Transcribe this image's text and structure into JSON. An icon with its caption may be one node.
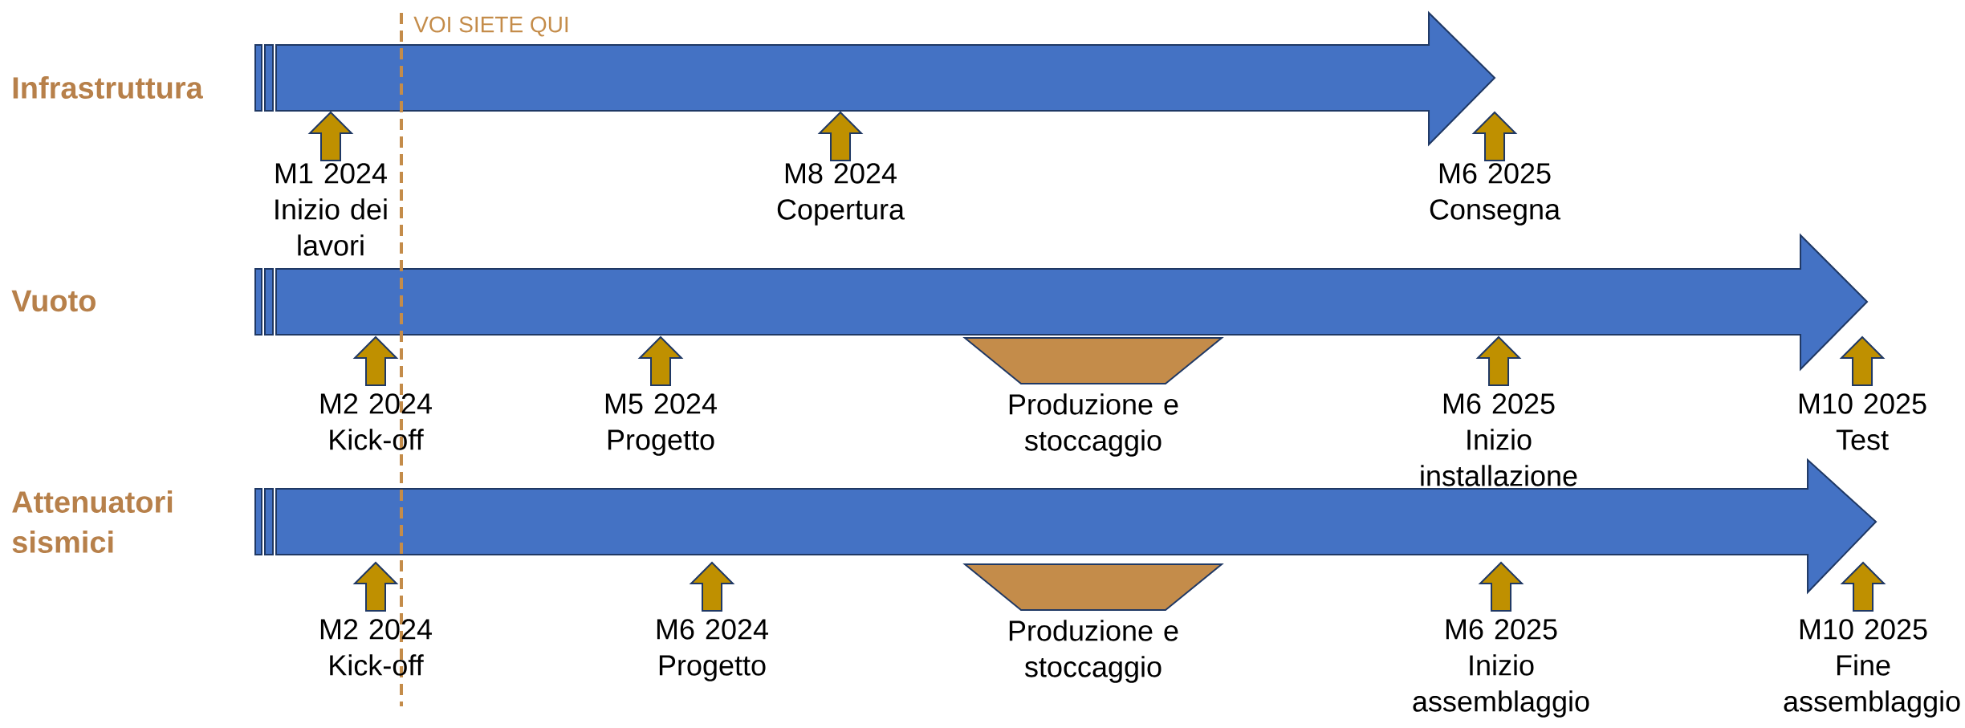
{
  "diagram": {
    "nodes": [
      {
        "text": [
          "M1 2024",
          "Inizio dei lavori"
        ]
      },
      {
        "text": [
          "M8 2024",
          "Copertura"
        ]
      },
      {
        "text": [
          "M6 2025",
          "Consegna"
        ]
      },
      {
        "text": [
          "M2 2024",
          "Kick-off"
        ]
      },
      {
        "text": [
          "M5 2024",
          "Progetto"
        ]
      },
      {
        "text": [
          "Produzione e stoccaggio"
        ]
      },
      {
        "text": [
          "M6 2025",
          "Inizio installazione"
        ]
      },
      {
        "text": [
          "M10 2025",
          "Test"
        ]
      },
      {
        "text": [
          "M2 2024",
          "Kick-off"
        ]
      },
      {
        "text": [
          "M6 2024",
          "Progetto"
        ]
      },
      {
        "text": [
          "Produzione e stoccaggio"
        ]
      },
      {
        "text": [
          "M6 2025",
          "Inizio assemblaggio"
        ]
      },
      {
        "text": [
          "M10 2025",
          "Fine assemblaggio"
        ]
      }
    ],
    "labels": [
      "VOI SIETE QUI",
      "Infrastruttura",
      "Vuoto",
      "Attenuatori sismici"
    ]
  }
}
